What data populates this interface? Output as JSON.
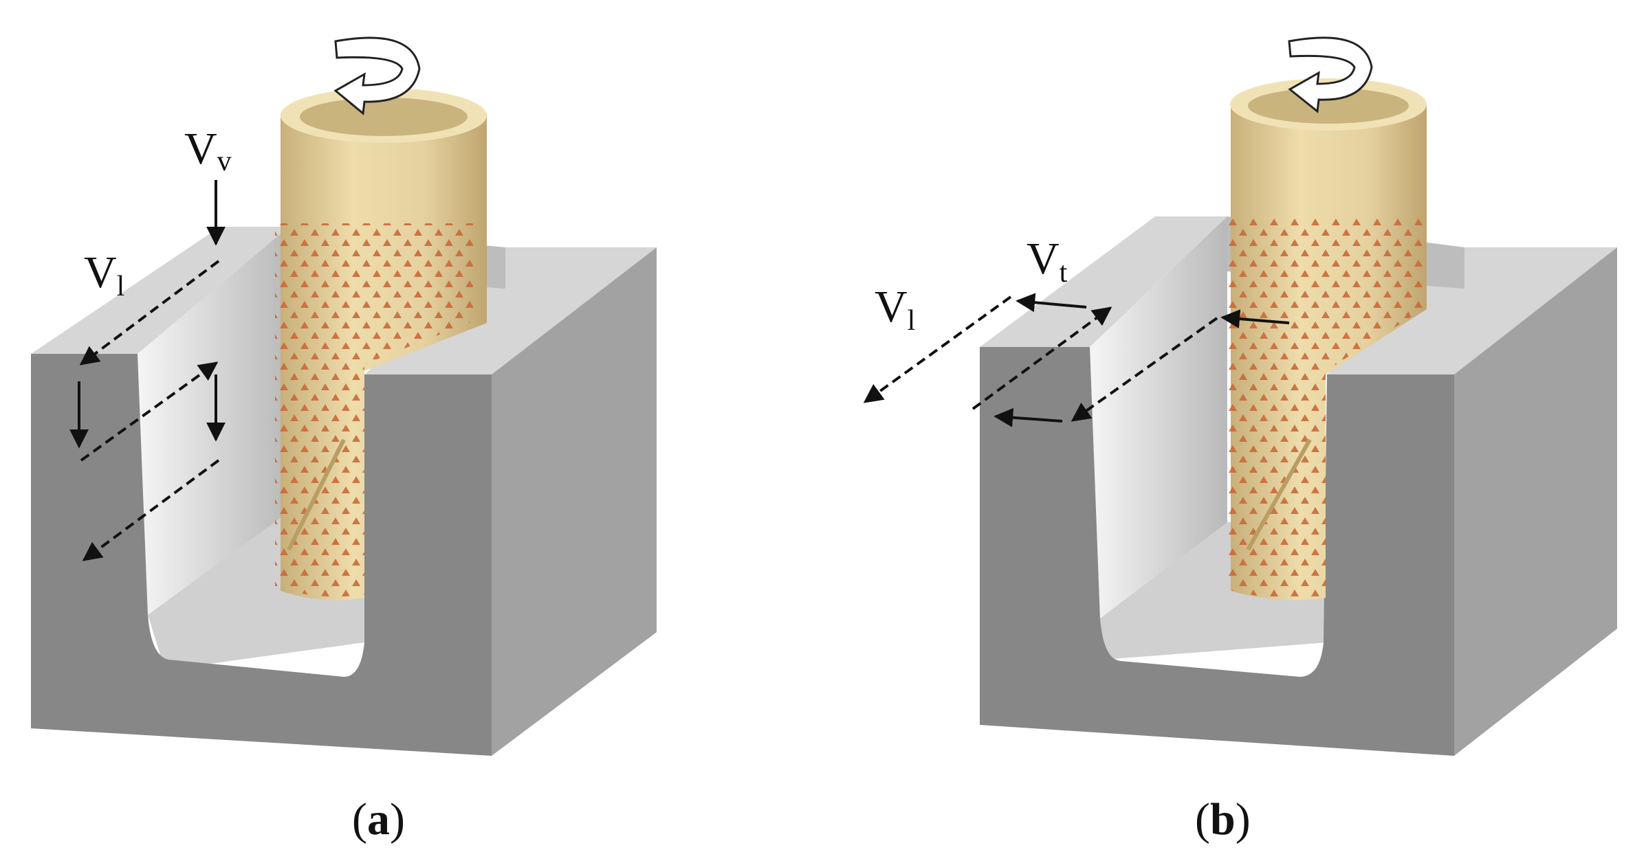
{
  "panels": [
    {
      "caption_open": "(",
      "caption_letter": "a",
      "caption_close": ")",
      "labels": {
        "v_main": "V",
        "v_sub": "v",
        "l_main": "V",
        "l_sub": "l"
      }
    },
    {
      "caption_open": "(",
      "caption_letter": "b",
      "caption_close": ")",
      "labels": {
        "l_main": "V",
        "l_sub": "l",
        "t_main": "V",
        "t_sub": "t"
      }
    }
  ],
  "colors": {
    "block_top": "#d7d7d7",
    "block_front": "#8a8a8a",
    "block_side": "#a3a3a3",
    "slot_floor": "#d0d0d0",
    "tool_body": "#e3cf9f",
    "tool_rim": "#f2e3b8",
    "tool_inner": "#c9b37c",
    "teeth": "#c96a3a",
    "arrow": "#111111"
  }
}
